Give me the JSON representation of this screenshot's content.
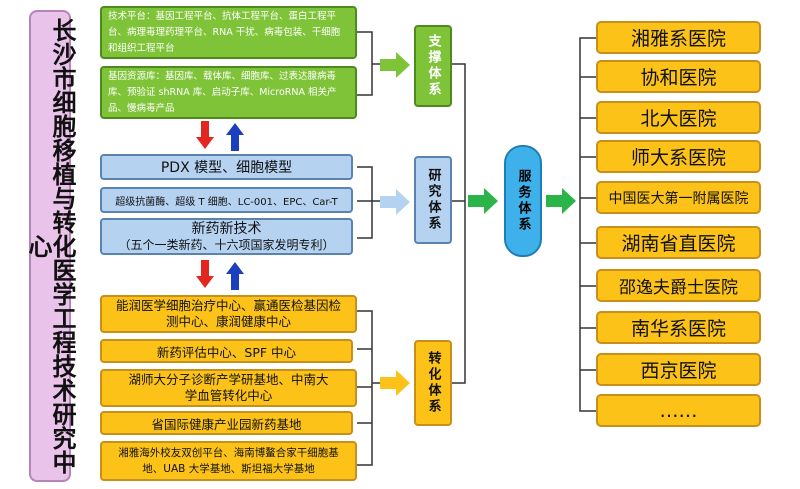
{
  "title": "长沙市细胞移植与转化医学工程技术研究中心",
  "support": {
    "items": [
      "技术平台：基因工程平台、抗体工程平台、蛋白工程平台、病理毒理药理平台、RNA 干扰、病毒包装、干细胞和组织工程平台",
      "基因资源库：基因库、载体库、细胞库、过表达腺病毒库、预验证 shRNA 库、启动子库、MicroRNA 相关产品、慢病毒产品"
    ],
    "label": "支撑体系"
  },
  "research": {
    "items": [
      "PDX 模型、细胞模型",
      "超级抗菌酶、超级 T 细胞、LC-001、EPC、Car-T",
      "新药新技术",
      "（五个一类新药、十六项国家发明专利）"
    ],
    "label": "研究体系"
  },
  "translation": {
    "items": [
      "能润医学细胞治疗中心、赢通医检基因检测中心、康润健康中心",
      "新药评估中心、SPF 中心",
      "湖师大分子诊断产学研基地、中南大学血管转化中心",
      "省国际健康产业园新药基地",
      "湘雅海外校友双创平台、海南博鳌合家干细胞基地、UAB 大学基地、斯坦福大学基地"
    ],
    "label": "转化体系"
  },
  "service": {
    "label": "服务体系"
  },
  "hospitals": [
    "湘雅系医院",
    "协和医院",
    "北大医院",
    "师大系医院",
    "中国医大第一附属医院",
    "湖南省直医院",
    "邵逸夫爵士医院",
    "南华系医院",
    "西京医院",
    "……"
  ],
  "colors": {
    "support": "#7fc339",
    "research": "#b5d3f1",
    "translation": "#fcc217",
    "title": "#e9c3ea",
    "service": "#3fb1ea",
    "arrow_red": "#e3261f",
    "arrow_blue": "#1c3fbf",
    "arrow_green": "#2bb44a"
  }
}
